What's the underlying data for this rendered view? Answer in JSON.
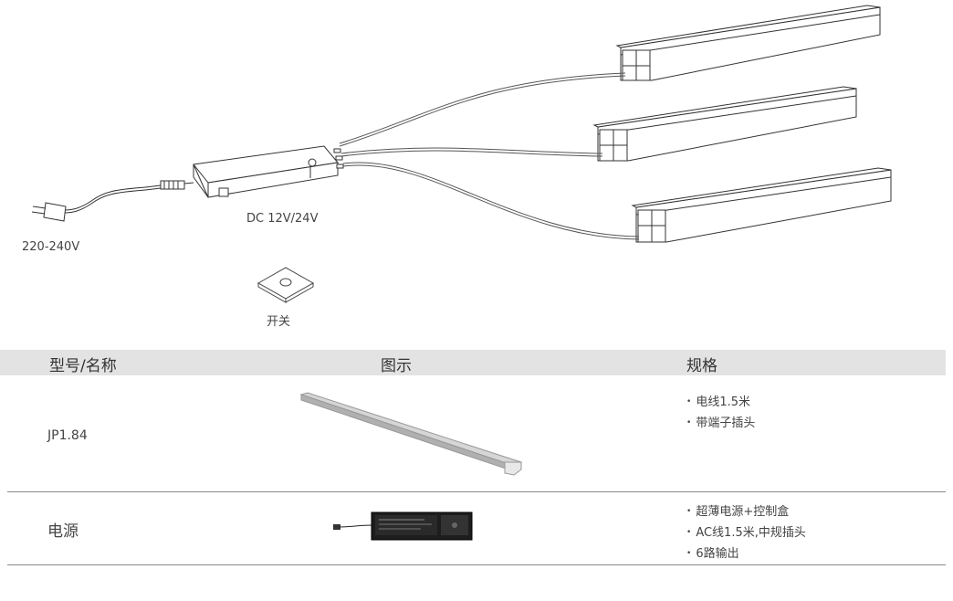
{
  "diagram": {
    "voltage_in_label": "220-240V",
    "voltage_out_label": "DC 12V/24V",
    "switch_label": "开关"
  },
  "table": {
    "headers": [
      "型号/名称",
      "图示",
      "规格"
    ],
    "rows": [
      {
        "name": "JP1.84",
        "specs": [
          "电线1.5米",
          "带端子插头"
        ]
      },
      {
        "name": "电源",
        "specs": [
          "超薄电源+控制盒",
          "AC线1.5米,中规插头",
          "6路输出"
        ]
      }
    ]
  }
}
